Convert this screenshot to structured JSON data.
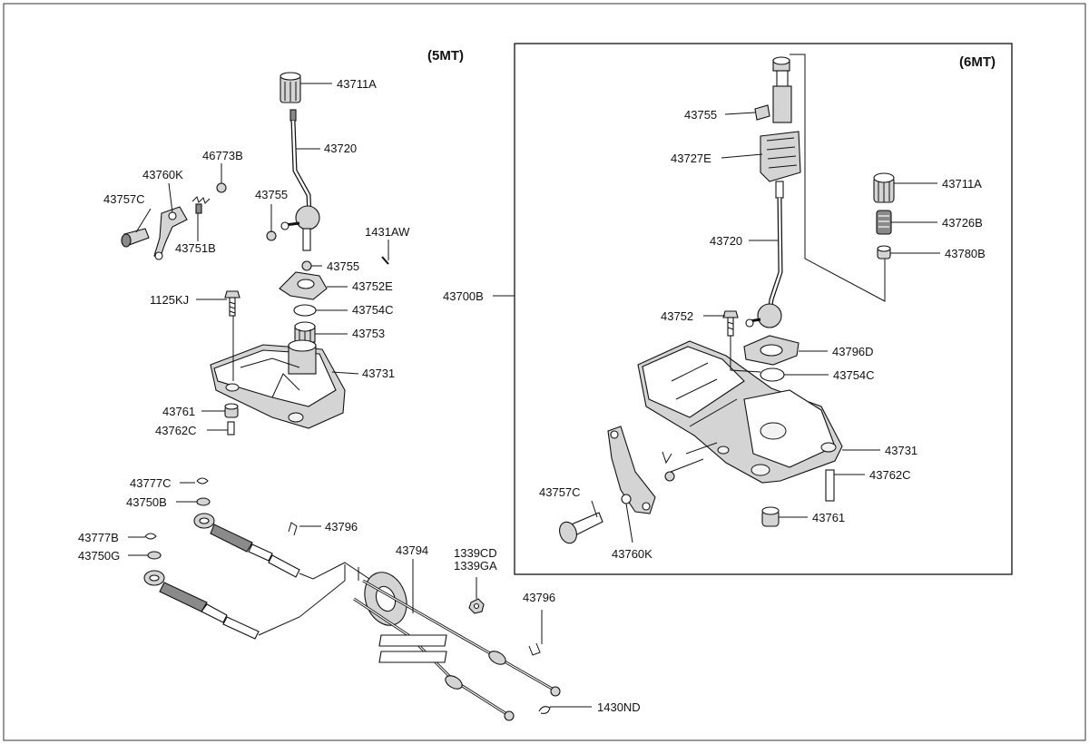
{
  "groups": {
    "mt5": "(5MT)",
    "mt6": "(6MT)"
  },
  "labels": {
    "p43711A_5": "43711A",
    "p43720_5": "43720",
    "p46773B": "46773B",
    "p43760K_5": "43760K",
    "p43757C_5": "43757C",
    "p43755_5a": "43755",
    "p43751B": "43751B",
    "p1431AW": "1431AW",
    "p43755_5b": "43755",
    "p43752E": "43752E",
    "p1125KJ": "1125KJ",
    "p43754C_5": "43754C",
    "p43753": "43753",
    "p43731_5": "43731",
    "p43761_5": "43761",
    "p43762C_5": "43762C",
    "p43700B": "43700B",
    "p43777C": "43777C",
    "p43750B": "43750B",
    "p43796_5": "43796",
    "p43777B": "43777B",
    "p43750G": "43750G",
    "p43794": "43794",
    "p1339CD": "1339CD",
    "p1339GA": "1339GA",
    "p43796_b": "43796",
    "p1430ND": "1430ND",
    "p43755_6": "43755",
    "p43727E": "43727E",
    "p43711A_6": "43711A",
    "p43726B": "43726B",
    "p43720_6": "43720",
    "p43780B": "43780B",
    "p43752_6": "43752",
    "p43796D": "43796D",
    "p43754C_6": "43754C",
    "p43731_6": "43731",
    "p43762C_6": "43762C",
    "p43757C_6": "43757C",
    "p43761_6": "43761",
    "p43760K_6": "43760K"
  }
}
